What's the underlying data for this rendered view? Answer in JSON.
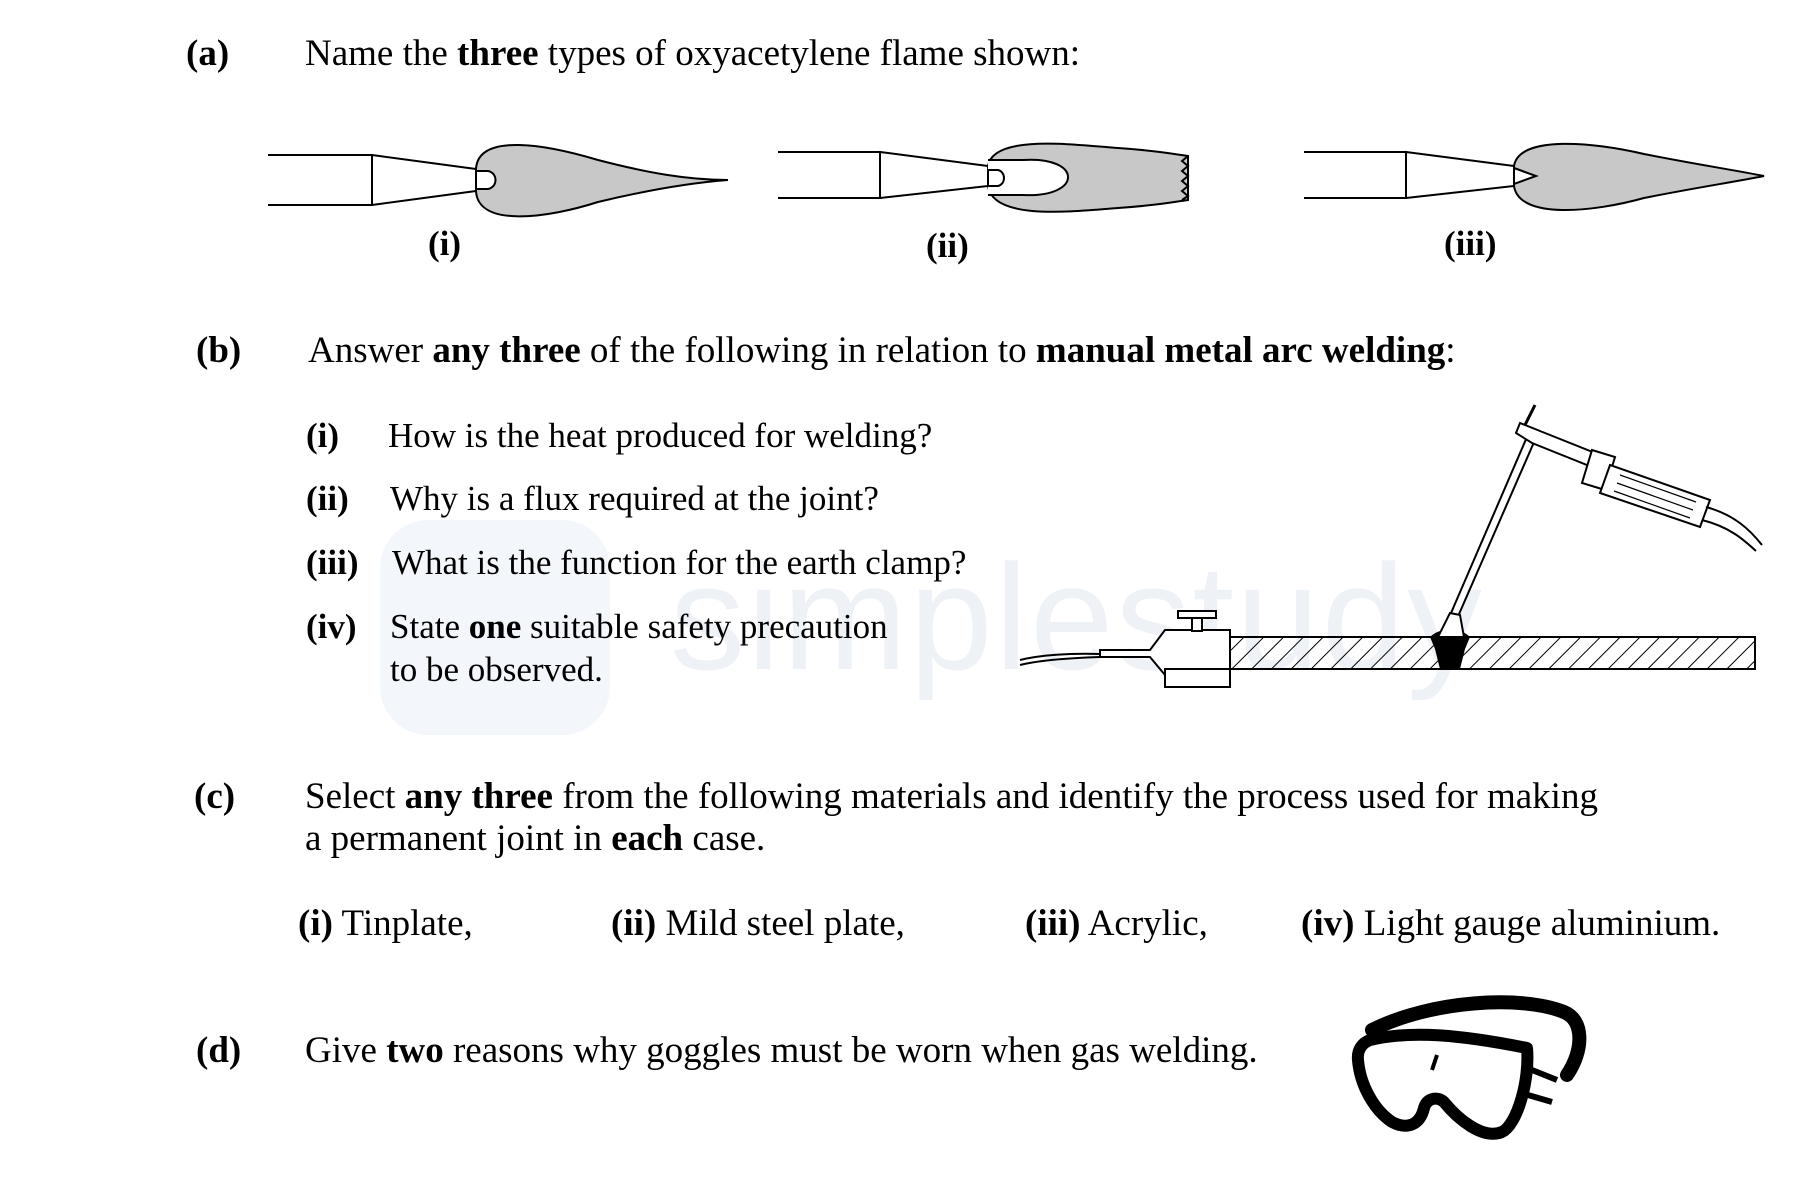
{
  "watermark": {
    "text": "simplestudy"
  },
  "a": {
    "label": "(a)",
    "pre": "Name the ",
    "bold": "three",
    "post": " types of oxyacetylene flame shown:",
    "captions": [
      "(i)",
      "(ii)",
      "(iii)"
    ]
  },
  "b": {
    "label": "(b)",
    "pre": "Answer ",
    "bold1": "any three",
    "mid": " of the following in relation to ",
    "bold2": "manual metal arc welding",
    "post": ":",
    "items": [
      {
        "num": "(i)",
        "text": "How is the heat produced for welding?"
      },
      {
        "num": "(ii)",
        "text": "Why is a flux required at the joint?"
      },
      {
        "num": "(iii)",
        "text": "What is the function for the earth clamp?"
      },
      {
        "num": "(iv)",
        "pre": "State ",
        "bold": "one",
        "post": " suitable safety precaution",
        "line2": "to be observed."
      }
    ]
  },
  "c": {
    "label": "(c)",
    "pre": "Select ",
    "bold1": "any three",
    "mid": " from the following materials and identify the process used for making",
    "line2_pre": "a permanent joint in ",
    "bold2": "each",
    "line2_post": " case.",
    "materials": [
      {
        "num": "(i)",
        "text": " Tinplate,"
      },
      {
        "num": "(ii)",
        "text": " Mild steel plate,"
      },
      {
        "num": "(iii)",
        "text": " Acrylic,"
      },
      {
        "num": "(iv)",
        "text": " Light gauge aluminium."
      }
    ]
  },
  "d": {
    "label": "(d)",
    "pre": "Give ",
    "bold": "two",
    "post": " reasons why goggles must be worn when gas welding."
  },
  "icons": {
    "flame1": "oxyacetylene-flame-icon",
    "welding": "arc-welding-setup-icon",
    "goggles": "safety-goggles-icon"
  }
}
